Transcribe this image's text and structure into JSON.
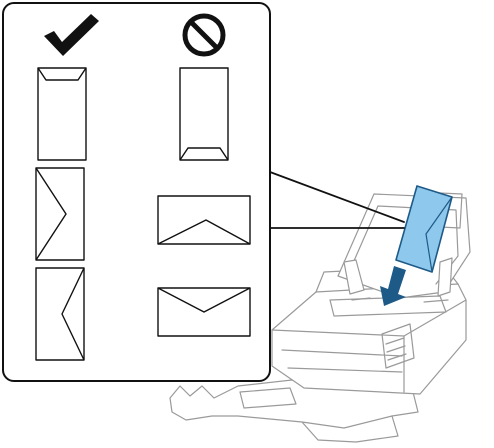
{
  "diagram": {
    "panel": {
      "columns": [
        {
          "verdict": "allowed",
          "verdict_icon": "checkmark-icon",
          "envelopes": [
            {
              "orientation": "portrait",
              "flap": "top-edge"
            },
            {
              "orientation": "portrait",
              "flap": "left-edge"
            },
            {
              "orientation": "portrait",
              "flap": "right-edge"
            }
          ]
        },
        {
          "verdict": "not-allowed",
          "verdict_icon": "prohibited-icon",
          "envelopes": [
            {
              "orientation": "portrait",
              "flap": "bottom-edge"
            },
            {
              "orientation": "landscape",
              "flap": "bottom-edge"
            },
            {
              "orientation": "landscape",
              "flap": "top-edge"
            }
          ]
        }
      ]
    },
    "scanner": {
      "icon": "document-scanner-icon",
      "inserted_envelope": {
        "color": "#8ec8ec",
        "stroke": "#1e5a88"
      },
      "feed_arrow": {
        "icon": "arrow-down-icon",
        "color": "#1e5a88"
      }
    },
    "colors": {
      "line": "#111111",
      "scanner_line": "#9a9a9a",
      "scanner_fill": "#ffffff"
    }
  }
}
